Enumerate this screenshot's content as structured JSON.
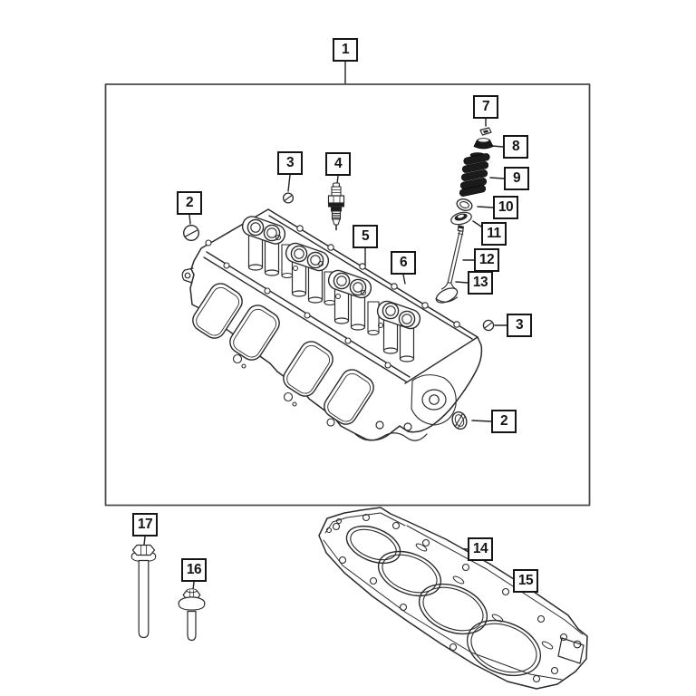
{
  "colors": {
    "line": "#2a2a2a",
    "dark_fill": "#1b1b1b",
    "background": "#ffffff",
    "callout_border": "#151515"
  },
  "callouts": {
    "c1": "1",
    "c2_left": "2",
    "c3_left": "3",
    "c4": "4",
    "c5": "5",
    "c6": "6",
    "c7": "7",
    "c8": "8",
    "c9": "9",
    "c10": "10",
    "c11": "11",
    "c12": "12",
    "c13": "13",
    "c14": "14",
    "c15": "15",
    "c16": "16",
    "c17": "17",
    "c2_right": "2",
    "c3_right": "3"
  }
}
